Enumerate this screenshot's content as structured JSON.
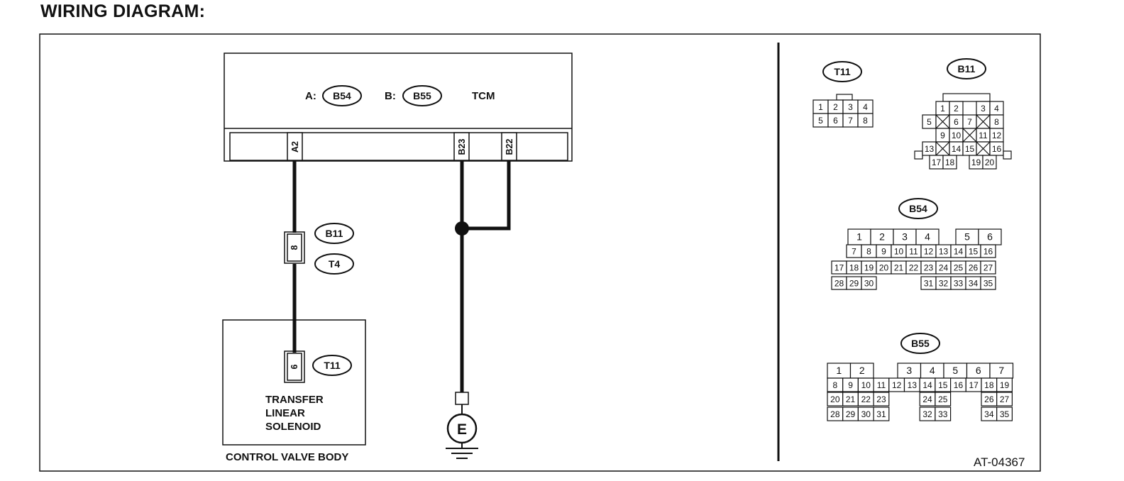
{
  "title": "WIRING DIAGRAM:",
  "tcm": {
    "a_prefix": "A:",
    "a_connector": "B54",
    "b_prefix": "B:",
    "b_connector": "B55",
    "name": "TCM"
  },
  "pins": {
    "a2": "A2",
    "b23": "B23",
    "b22": "B22"
  },
  "joint_connector": {
    "pin": "8",
    "label_top": "B11",
    "label_bottom": "T4"
  },
  "solenoid": {
    "pin": "6",
    "connector": "T11",
    "line1": "TRANSFER",
    "line2": "LINEAR",
    "line3": "SOLENOID"
  },
  "control_valve_body": "CONTROL VALVE BODY",
  "ground": "E",
  "figure_id": "AT-04367",
  "connectors": {
    "t11": {
      "label": "T11",
      "rows": [
        [
          "1",
          "2",
          "3",
          "4"
        ],
        [
          "5",
          "6",
          "7",
          "8"
        ]
      ]
    },
    "b11": {
      "label": "B11",
      "pins": [
        "1",
        "2",
        "3",
        "4",
        "5",
        "6",
        "7",
        "8",
        "9",
        "10",
        "11",
        "12",
        "13",
        "14",
        "15",
        "16",
        "17",
        "18",
        "19",
        "20"
      ]
    },
    "b54": {
      "label": "B54",
      "pins": [
        "1",
        "2",
        "3",
        "4",
        "5",
        "6",
        "7",
        "8",
        "9",
        "10",
        "11",
        "12",
        "13",
        "14",
        "15",
        "16",
        "17",
        "18",
        "19",
        "20",
        "21",
        "22",
        "23",
        "24",
        "25",
        "26",
        "27",
        "28",
        "29",
        "30",
        "31",
        "32",
        "33",
        "34",
        "35"
      ]
    },
    "b55": {
      "label": "B55",
      "pins": [
        "1",
        "2",
        "3",
        "4",
        "5",
        "6",
        "7",
        "8",
        "9",
        "10",
        "11",
        "12",
        "13",
        "14",
        "15",
        "16",
        "17",
        "18",
        "19",
        "20",
        "21",
        "22",
        "23",
        "24",
        "25",
        "26",
        "27",
        "28",
        "29",
        "30",
        "31",
        "32",
        "33",
        "34",
        "35"
      ]
    }
  }
}
